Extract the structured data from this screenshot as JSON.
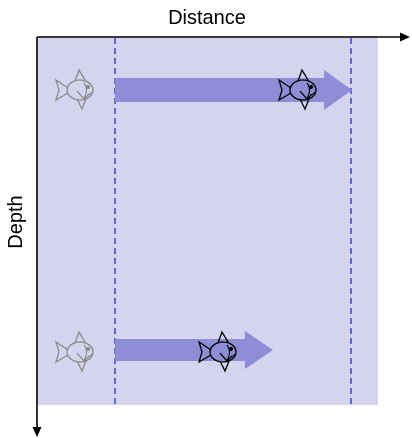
{
  "axes": {
    "x_label": "Distance",
    "y_label": "Depth"
  },
  "colors": {
    "panel": "#d4d4ee",
    "arrow": "#8e8ed6",
    "dash": "#3b3bb8",
    "fish_start": "#8a8a8a",
    "fish_end": "#000000"
  },
  "movements": [
    {
      "depth": "shallow",
      "distance": "long"
    },
    {
      "depth": "deep",
      "distance": "short"
    }
  ]
}
